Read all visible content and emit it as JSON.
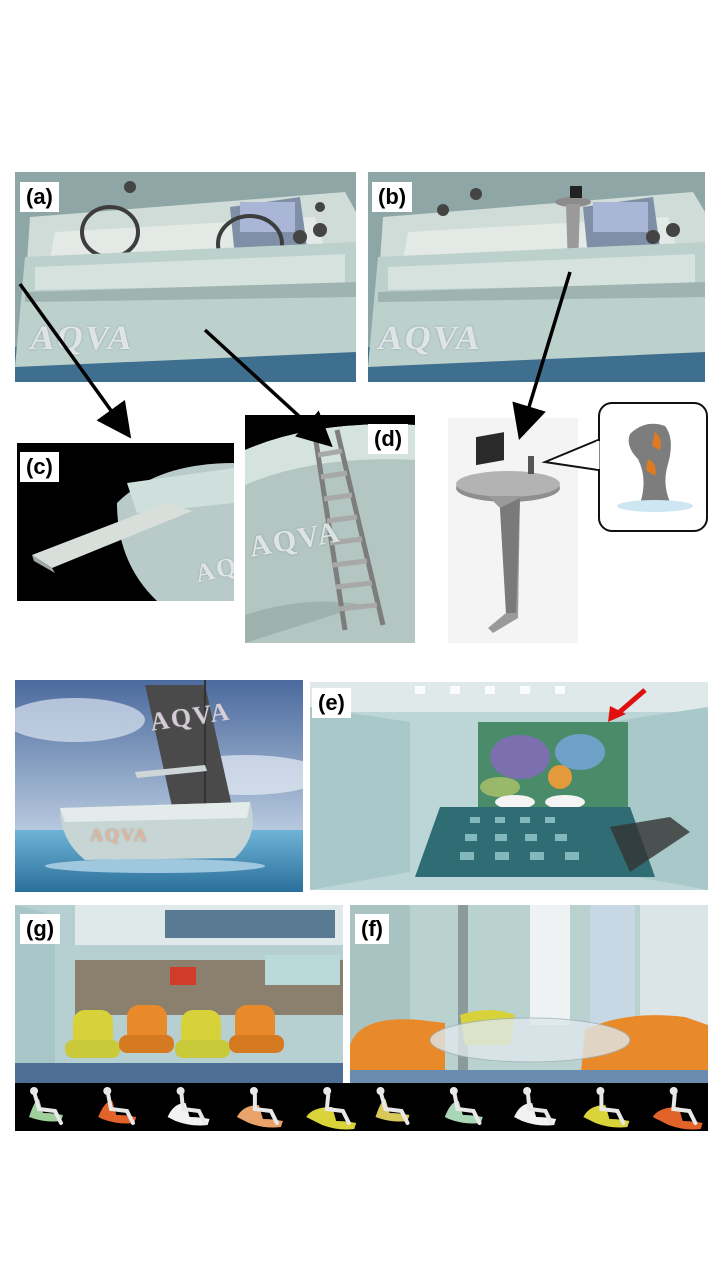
{
  "labels": {
    "a": "(a)",
    "b": "(b)",
    "c": "(c)",
    "d": "(d)",
    "e": "(e)",
    "f": "(f)",
    "g": "(g)"
  },
  "boat_name": "AQVA",
  "colors": {
    "hull": "#b9cfcb",
    "deck": "#d9e3df",
    "sea": "#3f7ba0",
    "sky": "#6d8db5",
    "arrow_black": "#000000",
    "arrow_red": "#e01010",
    "seat_orange": "#e98a2a",
    "seat_yellow": "#d8d23a"
  },
  "pose_strip": {
    "seat_colors": [
      "#9fcf9a",
      "#e2632a",
      "#f2f2f2",
      "#e9a36a",
      "#d9d43a",
      "#d7c85a",
      "#a9d6b6",
      "#f2f2f2",
      "#d9d43a",
      "#e2632a"
    ]
  }
}
